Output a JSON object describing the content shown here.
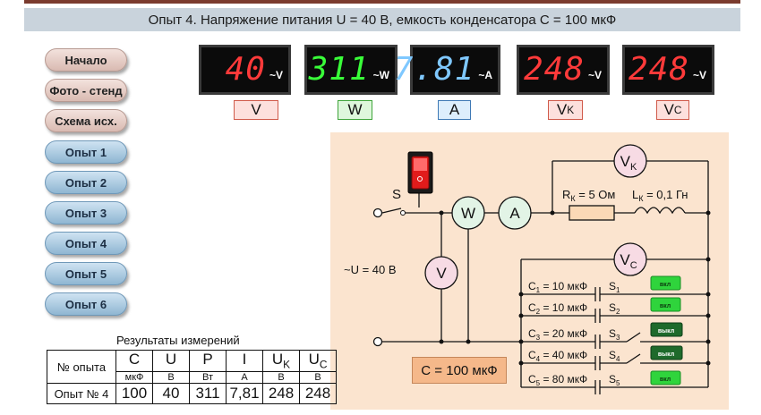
{
  "title": "Опыт 4. Напряжение питания U = 40 В, емкость конденсатора С = 100 мкФ",
  "nav": {
    "main": [
      "Начало",
      "Фото - стенд",
      "Схема исх."
    ],
    "experiments": [
      "Опыт 1",
      "Опыт 2",
      "Опыт 3",
      "Опыт 4",
      "Опыт 5",
      "Опыт 6"
    ]
  },
  "meters": [
    {
      "value": "40",
      "unit": "~V",
      "label": "V",
      "label_sub": "",
      "color": "#ff3a3a",
      "box_bg": "#fde0dd",
      "box_border": "#d05a4a"
    },
    {
      "value": "311",
      "unit": "~W",
      "label": "W",
      "label_sub": "",
      "color": "#39ff39",
      "box_bg": "#def7dc",
      "box_border": "#3fa53b"
    },
    {
      "value": "7.81",
      "unit": "~A",
      "label": "A",
      "label_sub": "",
      "color": "#7fc8ff",
      "box_bg": "#ddeefc",
      "box_border": "#3e79b5"
    },
    {
      "value": "248",
      "unit": "~V",
      "label": "V",
      "label_sub": "K",
      "color": "#ff3a3a",
      "box_bg": "#fde0dd",
      "box_border": "#d05a4a"
    },
    {
      "value": "248",
      "unit": "~V",
      "label": "V",
      "label_sub": "C",
      "color": "#ff3a3a",
      "box_bg": "#fde0dd",
      "box_border": "#d05a4a"
    }
  ],
  "circuit": {
    "switch_label": "S",
    "supply_label": "~U = 40 В",
    "wattmeter": "W",
    "ammeter": "A",
    "voltmeter": "V",
    "vk": "V",
    "vk_sub": "K",
    "vc": "V",
    "vc_sub": "C",
    "rk_label": "R",
    "rk_sub": "К",
    "rk_value": " = 5 Ом",
    "lk_label": "L",
    "lk_sub": "К",
    "lk_value": " = 0,1 Гн",
    "capacitors": [
      {
        "name": "C",
        "sub": "1",
        "value": " = 10 мкФ",
        "switch": "S",
        "switch_sub": "1",
        "state": "on"
      },
      {
        "name": "C",
        "sub": "2",
        "value": " = 10 мкФ",
        "switch": "S",
        "switch_sub": "2",
        "state": "on"
      },
      {
        "name": "C",
        "sub": "3",
        "value": " = 20 мкФ",
        "switch": "S",
        "switch_sub": "3",
        "state": "off"
      },
      {
        "name": "C",
        "sub": "4",
        "value": " = 40 мкФ",
        "switch": "S",
        "switch_sub": "4",
        "state": "off"
      },
      {
        "name": "C",
        "sub": "5",
        "value": " = 80 мкФ",
        "switch": "S",
        "switch_sub": "5",
        "state": "on"
      }
    ],
    "toggle_on_text": "вкл",
    "toggle_off_text": "выкл",
    "c_total": "С = 100 мкФ"
  },
  "results": {
    "title": "Результаты измерений",
    "col_header": "№ опыта",
    "columns": [
      {
        "symbol": "C",
        "sub": "",
        "unit": "мкФ"
      },
      {
        "symbol": "U",
        "sub": "",
        "unit": "В"
      },
      {
        "symbol": "P",
        "sub": "",
        "unit": "Вт"
      },
      {
        "symbol": "I",
        "sub": "",
        "unit": "А"
      },
      {
        "symbol": "U",
        "sub": "K",
        "unit": "В"
      },
      {
        "symbol": "U",
        "sub": "C",
        "unit": "В"
      }
    ],
    "row_label": "Опыт № 4",
    "row_values": [
      "100",
      "40",
      "311",
      "7,81",
      "248",
      "248"
    ]
  }
}
